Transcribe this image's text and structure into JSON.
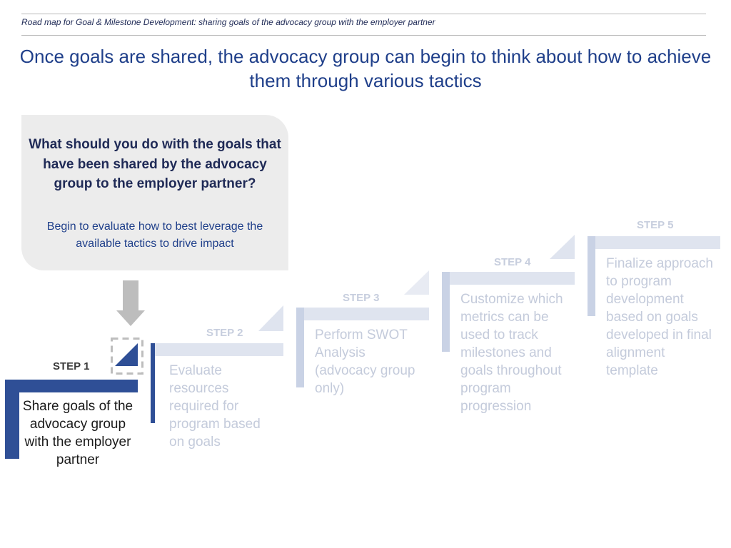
{
  "header": {
    "breadcrumb": "Road map for Goal & Milestone Development: sharing goals of the advocacy group with the employer partner",
    "title_line1": "Once goals are shared, the advocacy group can begin to think about how to achieve",
    "title_line2": "them through various tactics"
  },
  "question_box": {
    "question": "What should you do with the goals that have been shared by the advocacy group to the employer partner?",
    "answer": "Begin to evaluate how to best leverage the available tactics to drive impact"
  },
  "steps": [
    {
      "label": "STEP 1",
      "text": "Share goals of the advocacy group with the employer partner",
      "active": true
    },
    {
      "label": "STEP 2",
      "text": "Evaluate resources required for program based on goals",
      "active": false
    },
    {
      "label": "STEP 3",
      "text": "Perform SWOT Analysis (advocacy group only)",
      "active": false
    },
    {
      "label": "STEP 4",
      "text": "Customize which metrics can be used to track milestones and goals throughout program progression",
      "active": false
    },
    {
      "label": "STEP 5",
      "text": "Finalize approach to program development based on goals developed in final alignment template",
      "active": false
    }
  ],
  "colors": {
    "active_bar": "#2f4f96",
    "inactive_bar": "#dfe4ef",
    "inactive_vbar": "#c9d2e5",
    "inactive_text": "#c4cbdb",
    "arrow": "#bdbdbd"
  }
}
